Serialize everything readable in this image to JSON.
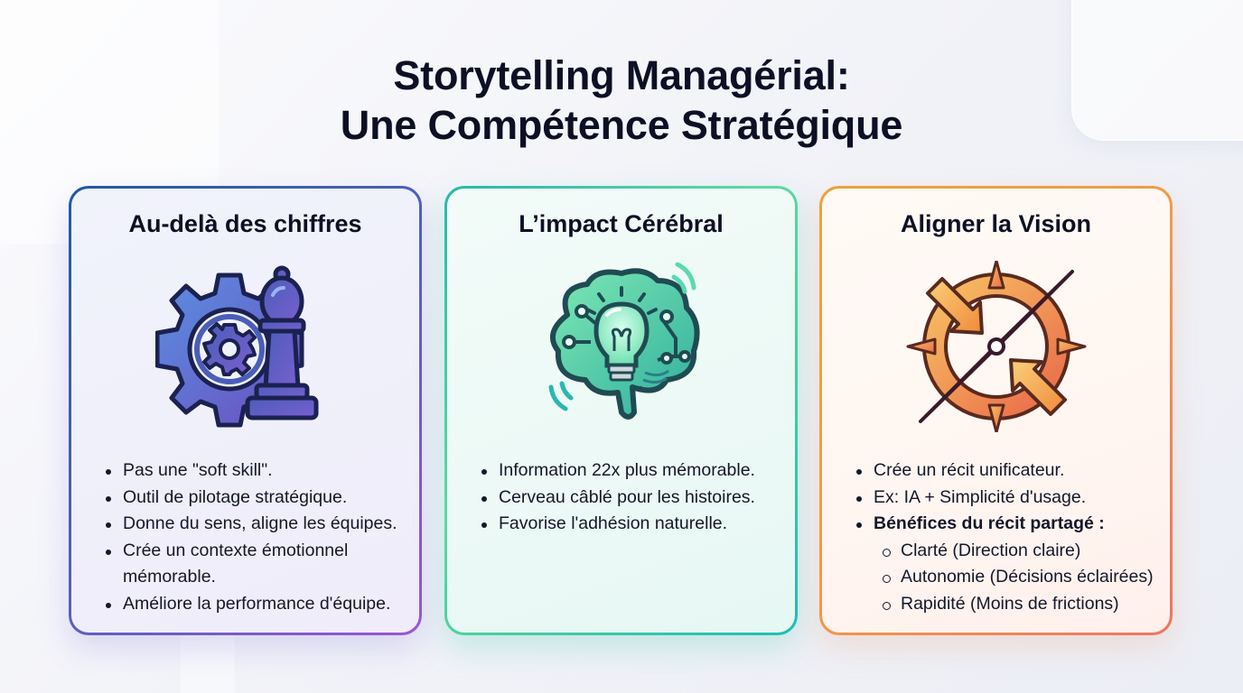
{
  "title": {
    "line1": "Storytelling Managérial:",
    "line2": "Une Compétence Stratégique"
  },
  "cards": [
    {
      "title": "Au-delà des chiffres",
      "icon": "gear-chess-bishop-icon",
      "accent_colors": [
        "#1d5aa6",
        "#9a55d6"
      ],
      "bullets": [
        "Pas une \"soft skill\".",
        "Outil de pilotage stratégique.",
        "Donne du sens, aligne les équipes.",
        "Crée un contexte émotionnel mémorable.",
        "Améliore la performance d'équipe."
      ]
    },
    {
      "title": "L’impact Cérébral",
      "icon": "brain-lightbulb-icon",
      "accent_colors": [
        "#27b8a9",
        "#5ed9a3"
      ],
      "bullets": [
        "Information 22x plus mémorable.",
        "Cerveau câblé pour les histoires.",
        "Favorise l'adhésion naturelle."
      ]
    },
    {
      "title": "Aligner la Vision",
      "icon": "compass-arrows-icon",
      "accent_colors": [
        "#f0a03a",
        "#ee7560"
      ],
      "bullets": [
        "Crée un récit unificateur.",
        "Ex: IA + Simplicité d'usage.",
        "Bénéfices du récit partagé :"
      ],
      "sub_bullets": [
        "Clarté (Direction claire)",
        "Autonomie (Décisions éclairées)",
        "Rapidité (Moins de frictions)"
      ]
    }
  ]
}
